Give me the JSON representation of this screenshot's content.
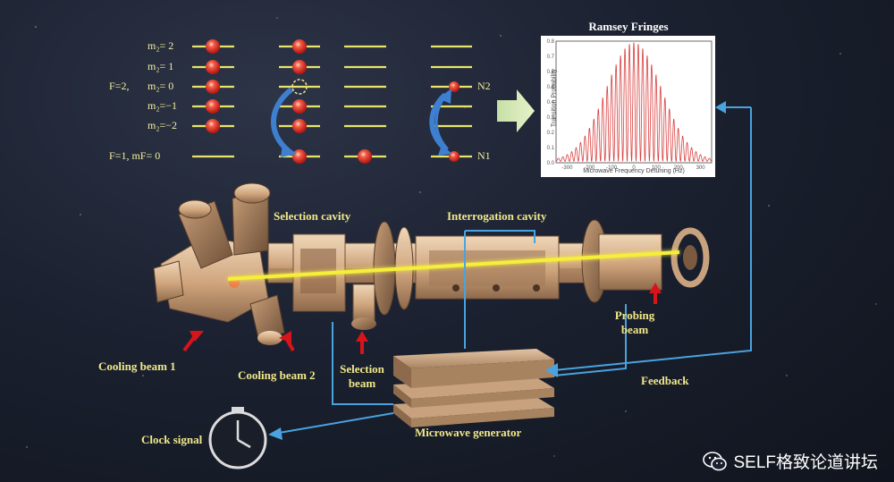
{
  "energy_levels": {
    "group_label": "F=2,",
    "sublevels": [
      "m₂= 2",
      "m₂= 1",
      "m₂= 0",
      "m₂=−1",
      "m₂=−2"
    ],
    "ground_label": "F=1,  mF= 0",
    "n2_label": "N2",
    "n1_label": "N1"
  },
  "ramsey": {
    "title": "Ramsey Fringes",
    "ylabel": "Transition Probability",
    "xlabel": "Microwave Frequency Detuning (Hz)",
    "x_ticks": [
      "-300",
      "-200",
      "-100",
      "0",
      "100",
      "200",
      "300"
    ],
    "y_ticks": [
      "0.0",
      "0.1",
      "0.2",
      "0.3",
      "0.4",
      "0.5",
      "0.6",
      "0.7",
      "0.8"
    ]
  },
  "labels": {
    "selection_cavity": "Selection cavity",
    "interrogation_cavity": "Interrogation cavity",
    "cooling_beam_1": "Cooling beam 1",
    "cooling_beam_2": "Cooling beam 2",
    "selection_beam_1": "Selection",
    "selection_beam_2": "beam",
    "probing_beam_1": "Probing",
    "probing_beam_2": "beam",
    "feedback": "Feedback",
    "microwave_generator": "Microwave generator",
    "clock_signal": "Clock signal"
  },
  "watermark": "SELF格致论道讲坛",
  "colors": {
    "label": "#f1e98a",
    "level_line": "#e8e46a",
    "atom": "#e8302a",
    "arrow_blue": "#3f7fd0",
    "signal_line": "#4aa3e0",
    "hardware": "#d9b894",
    "beam_yellow": "#f5ee3a",
    "probe_arrow": "#d8141a"
  }
}
